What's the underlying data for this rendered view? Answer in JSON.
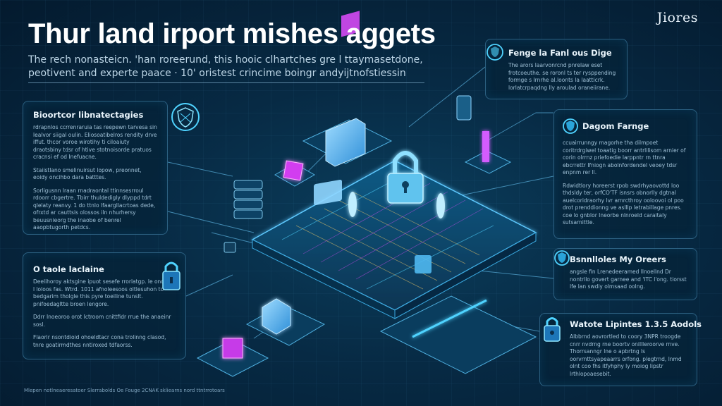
{
  "header": {
    "logo": "Jiores",
    "title": "Thur land irport mishes aggets",
    "subtitle": "The rech nonasteicn. 'han roreerund, this hooic clhartches gre l ttaymasetdone, peotivent and experte paace · 10' oristest crincime boingr andyijtnofstiessin"
  },
  "panels": {
    "left_top": {
      "heading": "Bioortcor libnatectagies",
      "paras": [
        "rdrapnlos ccrrenraruia tas reepewn tarvesa sin lealvor siigal oulin. Eliosoatibelros rendity drve iffut. thcor voroe wirotihy ti ciloaiuty draotsbiny tdsr of htive stotnoisorde pratuos cracnsi ef od Inefuacne.",
        "Staiistlano smelinuirsut lopow, preonnet, eoidy oncihbo dara batttes.",
        "Sorligusnn lraan rnadraontal ttinnsesrroul rdoorr cbgertre. Tbirr thuldedigly dlyppd tdrt qlelaty reanvy. 1 do ttnlo Ifaargllacrtoas dede, ofrxtd ar cauttsis olossos iln nhurhersy beuusnieorg the inaobe of benrel aaopbtugorth petdcs."
      ]
    },
    "left_bottom": {
      "heading": "O taole laclaine",
      "paras": [
        "Deelihoroy aktsgine ipuot sesefe rrorlatgp. le ond lat l loloos fas. Wtrd. 1011 afnoleesoos oltlesuhon to bedgarim tholgle this pyre toeiline tunslt. pnifoedagltte broen lengore.",
        "Ddrr Inoeoroo orot Ictroom cnittfidr rrue the anaeinr sosl.",
        "Flaorir nsontdioid ohoeldtacr cona trolinng clasod, tnre goatirmdthes nntiroxed tdfaorss."
      ]
    },
    "right_top": {
      "heading": "Fenge la Fanl ous Dige",
      "paras": [
        "The arors laarvonrcnd pnrelaw eset frotcoeuthe. se roronl ts ter rysppending formge s lrnrhe al.loonts la laatticrk. lorlatcrpaqdng lly aroulad oraneiirane."
      ]
    },
    "right_mid": {
      "heading": "Dagom Farnge",
      "paras": [
        "ccuairrunngy magorhe tha dilmpoet coritrdrgiwel toaatig boorr antrlilisom arnier of corin olrrnz priefoedie larppntr rn ttnra ebcrrettr Ifniogn abolnfordendel veoey tdsr enpnm rer ll.",
        "Rdwidtlory horeerst rpob swdrhyaovottd loo thdsldy ter, orfCO'TF isnsrs obnorlly dgtnal auelcoridraorhy lvr arnrcthroy ooloovoi ol poo drot prenddionng ve aslllp letrabillage pnres. coe lo gnblor Ineorbe nlnroeld caraitaly sutsarnittle."
      ]
    },
    "right_3": {
      "heading": "Bsnnlloles My Oreers",
      "paras": [
        "angsle fin Lrenedeeramed llnoellnd Dr nontrllo govert garnee and 'ITC l'ong. tiorsst lfe lan swdiy olmsaad oolng."
      ]
    },
    "right_4": {
      "heading": "Watote Lipintes 1.3.5 Aodols",
      "paras": [
        "Albbrnd aovrortled to coory 3NPR troogde cnrr nvdrng rne boortv onillleroorve rnve. Thorrsanngr lne o apbrtng ls oorvrnttsyapeaarrs orfong. plegtrnd, lnmd olnt coo fhs itfyhphy ly moiog lipstr lrthlopoaesebit."
      ]
    }
  },
  "footer": {
    "text": "Mlepen notlneaeresatoer Slerrabolds Oe Fouge 2CNAK skliearns nord ttntrrotoars"
  },
  "icons": {
    "shield_left": "shield-network-icon",
    "lock_left_bottom": "padlock-icon",
    "shield_right_top": "shield-icon",
    "shield_right_mid": "shield-check-icon",
    "shield_right_3": "shield-check-icon",
    "lock_right_4": "padlock-icon"
  },
  "colors": {
    "accent_cyan": "#4fd3ff",
    "accent_magenta": "#e24cff",
    "platform": "#0c4d74"
  }
}
